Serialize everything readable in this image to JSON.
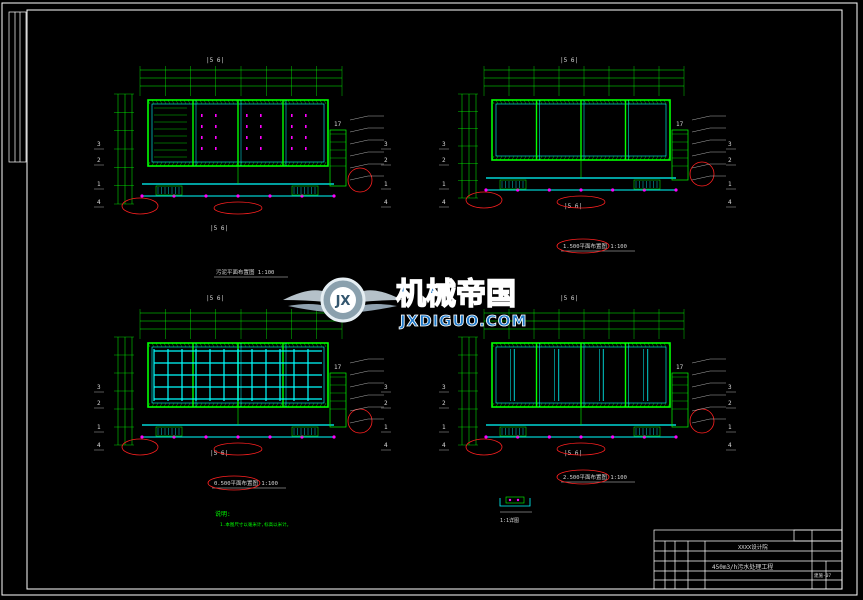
{
  "views": [
    {
      "grid_label": "|5 6|",
      "title": "污泥平面布置图 1:100",
      "right_label": "17"
    },
    {
      "grid_label": "|5 6|",
      "title": "1.500平面布置图 1:100",
      "right_label": "17"
    },
    {
      "grid_label": "|5 6|",
      "title": "0.500平面布置图 1:100",
      "right_label": "17"
    },
    {
      "grid_label": "|5 6|",
      "title": "2.500平面布置图 1:100",
      "right_label": "17"
    }
  ],
  "row_marks": [
    "3",
    "2",
    "1",
    "4"
  ],
  "detail_title": "1:1详图",
  "notes_heading": "说明:",
  "notes_line": "1.本图尺寸以毫米计,标高以米计。",
  "watermark": {
    "cn": "机械帝国",
    "en": "JXDIGUO.COM",
    "logo": "JX"
  },
  "title_block": {
    "company": "XXXX设计院",
    "project": "450m3/h污水处理工程",
    "drawing_no": "建施-07"
  },
  "colors": {
    "frame": "#ffffff",
    "beam": "#00ff00",
    "wall": "#00ffff",
    "rebar": "#ff00ff",
    "mark": "#ff2020",
    "text": "#d8d8d8"
  }
}
